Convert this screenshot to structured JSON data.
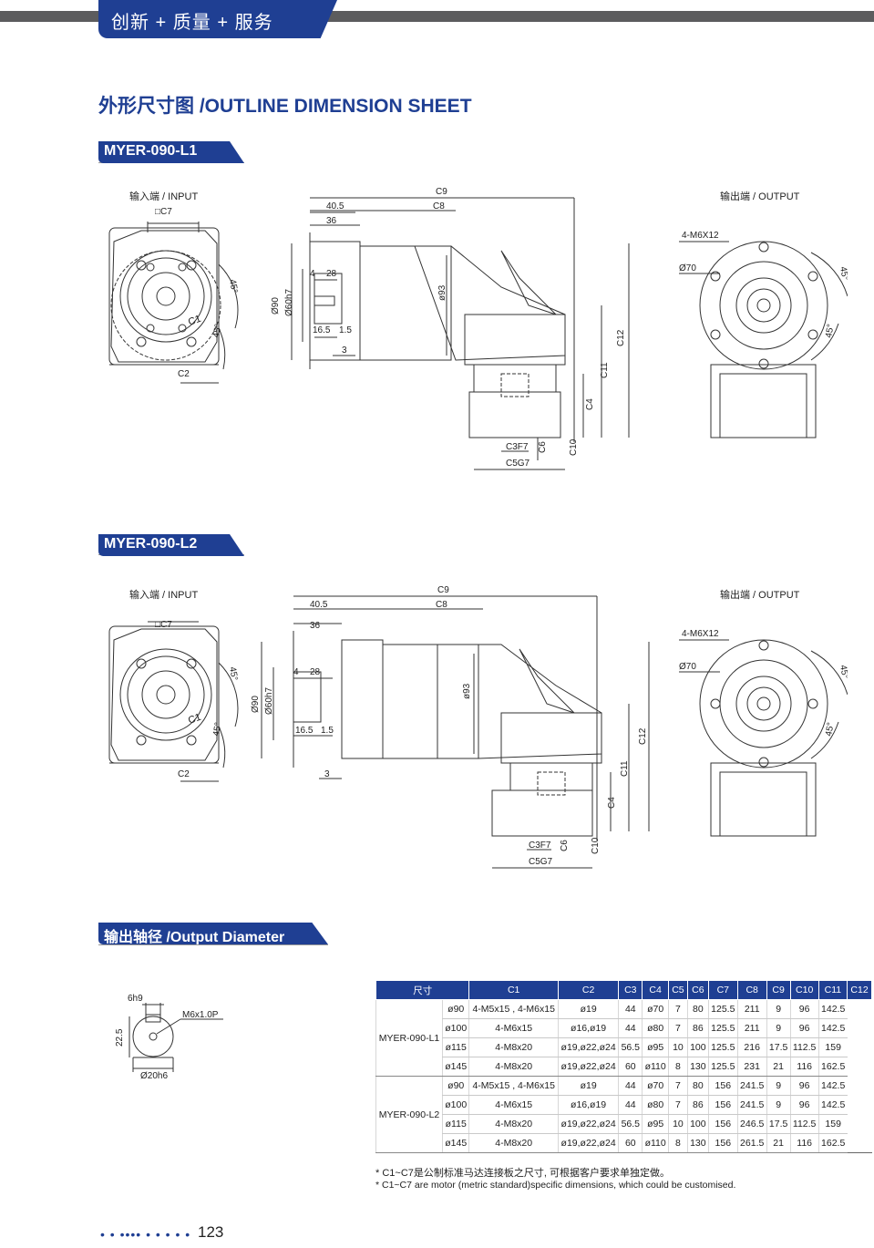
{
  "header": {
    "title": "创新 + 质量 + 服务"
  },
  "section_title": "外形尺寸图 /OUTLINE DIMENSION SHEET",
  "models": [
    {
      "name": "MYER-090-L1"
    },
    {
      "name": "MYER-090-L2"
    }
  ],
  "labels": {
    "input": "输入端 / INPUT",
    "output": "输出端 / OUTPUT",
    "c7": "□C7",
    "c1": "C1",
    "c2": "C2",
    "c3": "C3F7",
    "c4": "C4",
    "c5": "C5G7",
    "c6": "C6",
    "c8": "C8",
    "c9": "C9",
    "c10": "C10",
    "c11": "C11",
    "c12": "C12",
    "angle": "45°",
    "d405": "40.5",
    "d36": "36",
    "d4": "4",
    "d28": "28",
    "d165": "16.5",
    "d15": "1.5",
    "d3": "3",
    "dia90": "Ø90",
    "dia60": "Ø60h7",
    "dia93": "ø93",
    "bolt": "4-M6X12",
    "dia70": "Ø70"
  },
  "output_section": {
    "title": "输出轴径 /Output Diameter",
    "shaft": {
      "width": "6h9",
      "thread": "M6x1.0P",
      "height": "22.5",
      "dia": "Ø20h6"
    }
  },
  "table": {
    "headers": [
      "尺寸",
      "C1",
      "C2",
      "C3",
      "C4",
      "C5",
      "C6",
      "C7",
      "C8",
      "C9",
      "C10",
      "C11",
      "C12"
    ],
    "groups": [
      {
        "model": "MYER-090-L1",
        "rows": [
          [
            "ø90",
            "4-M5x15 , 4-M6x15",
            "ø19",
            "44",
            "ø70",
            "7",
            "80",
            "125.5",
            "211",
            "9",
            "96",
            "142.5"
          ],
          [
            "ø100",
            "4-M6x15",
            "ø16,ø19",
            "44",
            "ø80",
            "7",
            "86",
            "125.5",
            "211",
            "9",
            "96",
            "142.5"
          ],
          [
            "ø115",
            "4-M8x20",
            "ø19,ø22,ø24",
            "56.5",
            "ø95",
            "10",
            "100",
            "125.5",
            "216",
            "17.5",
            "112.5",
            "159"
          ],
          [
            "ø145",
            "4-M8x20",
            "ø19,ø22,ø24",
            "60",
            "ø110",
            "8",
            "130",
            "125.5",
            "231",
            "21",
            "116",
            "162.5"
          ]
        ]
      },
      {
        "model": "MYER-090-L2",
        "rows": [
          [
            "ø90",
            "4-M5x15 , 4-M6x15",
            "ø19",
            "44",
            "ø70",
            "7",
            "80",
            "156",
            "241.5",
            "9",
            "96",
            "142.5"
          ],
          [
            "ø100",
            "4-M6x15",
            "ø16,ø19",
            "44",
            "ø80",
            "7",
            "86",
            "156",
            "241.5",
            "9",
            "96",
            "142.5"
          ],
          [
            "ø115",
            "4-M8x20",
            "ø19,ø22,ø24",
            "56.5",
            "ø95",
            "10",
            "100",
            "156",
            "246.5",
            "17.5",
            "112.5",
            "159"
          ],
          [
            "ø145",
            "4-M8x20",
            "ø19,ø22,ø24",
            "60",
            "ø110",
            "8",
            "130",
            "156",
            "261.5",
            "21",
            "116",
            "162.5"
          ]
        ]
      }
    ]
  },
  "notes": [
    "* C1~C7是公制标准马达连接板之尺寸, 可根据客户要求单独定做。",
    "* C1~C7 are motor (metric standard)specific dimensions, which could be customised."
  ],
  "footer": {
    "dots": "• • •••• • • • • •",
    "page": "123"
  },
  "colors": {
    "brand": "#1f3f93",
    "header_bar": "#5c5c5e"
  }
}
